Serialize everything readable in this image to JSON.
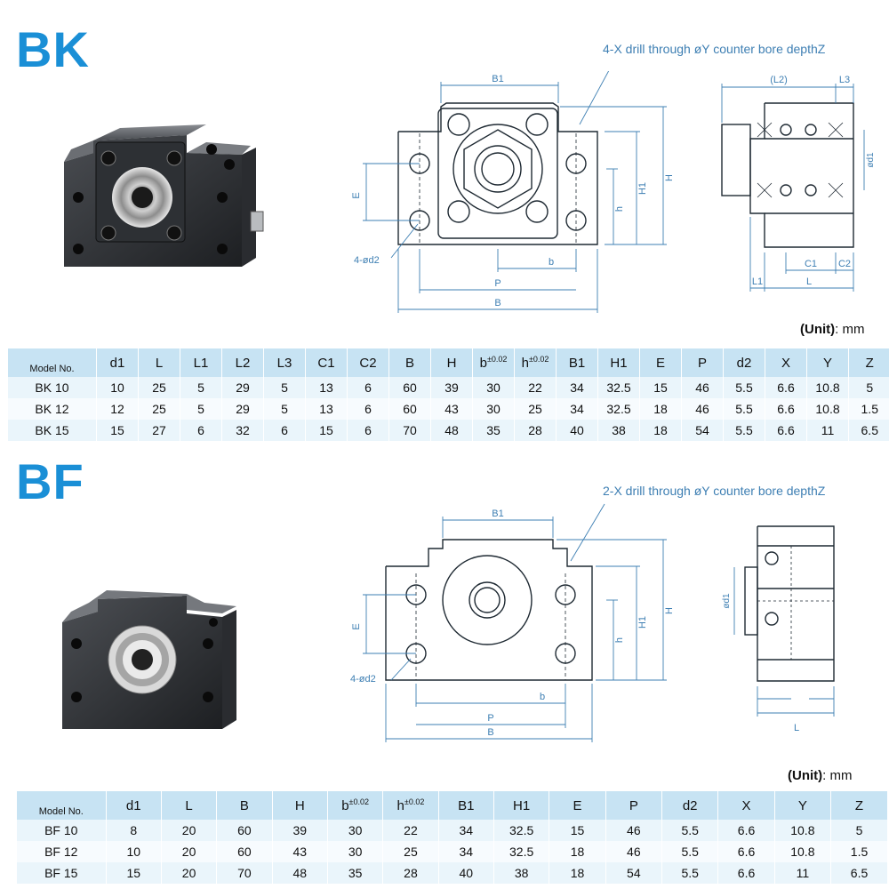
{
  "bk": {
    "title": "BK",
    "title_color": "#1a8fd6",
    "drill_note": "4-X drill through øY counter bore depthZ",
    "unit_label": "(Unit)",
    "unit_value": ": mm",
    "dim_labels": {
      "b1": "B1",
      "e": "E",
      "h": "h",
      "h1": "H1",
      "H": "H",
      "d2": "4-ød2",
      "b": "b",
      "p": "P",
      "B": "B",
      "l2": "(L2)",
      "l3": "L3",
      "d1": "ød1",
      "c1": "C1",
      "c2": "C2",
      "l1": "L1",
      "L": "L"
    },
    "table": {
      "headers": [
        "Model No.",
        "d1",
        "L",
        "L1",
        "L2",
        "L3",
        "C1",
        "C2",
        "B",
        "H",
        "b",
        "h",
        "B1",
        "H1",
        "E",
        "P",
        "d2",
        "X",
        "Y",
        "Z"
      ],
      "tolerance": "±0.02",
      "rows": [
        [
          "BK 10",
          "10",
          "25",
          "5",
          "29",
          "5",
          "13",
          "6",
          "60",
          "39",
          "30",
          "22",
          "34",
          "32.5",
          "15",
          "46",
          "5.5",
          "6.6",
          "10.8",
          "5"
        ],
        [
          "BK 12",
          "12",
          "25",
          "5",
          "29",
          "5",
          "13",
          "6",
          "60",
          "43",
          "30",
          "25",
          "34",
          "32.5",
          "18",
          "46",
          "5.5",
          "6.6",
          "10.8",
          "1.5"
        ],
        [
          "BK 15",
          "15",
          "27",
          "6",
          "32",
          "6",
          "15",
          "6",
          "70",
          "48",
          "35",
          "28",
          "40",
          "38",
          "18",
          "54",
          "5.5",
          "6.6",
          "11",
          "6.5"
        ]
      ]
    }
  },
  "bf": {
    "title": "BF",
    "title_color": "#1a8fd6",
    "drill_note": "2-X drill through øY counter bore depthZ",
    "unit_label": "(Unit)",
    "unit_value": ": mm",
    "dim_labels": {
      "b1": "B1",
      "e": "E",
      "h": "h",
      "h1": "H1",
      "H": "H",
      "d2": "4-ød2",
      "b": "b",
      "p": "P",
      "B": "B",
      "d1": "ød1",
      "L": "L"
    },
    "table": {
      "headers": [
        "Model No.",
        "d1",
        "L",
        "B",
        "H",
        "b",
        "h",
        "B1",
        "H1",
        "E",
        "P",
        "d2",
        "X",
        "Y",
        "Z"
      ],
      "tolerance": "±0.02",
      "rows": [
        [
          "BF  10",
          "8",
          "20",
          "60",
          "39",
          "30",
          "22",
          "34",
          "32.5",
          "15",
          "46",
          "5.5",
          "6.6",
          "10.8",
          "5"
        ],
        [
          "BF  12",
          "10",
          "20",
          "60",
          "43",
          "30",
          "25",
          "34",
          "32.5",
          "18",
          "46",
          "5.5",
          "6.6",
          "10.8",
          "1.5"
        ],
        [
          "BF  15",
          "15",
          "20",
          "70",
          "48",
          "35",
          "28",
          "40",
          "38",
          "18",
          "54",
          "5.5",
          "6.6",
          "11",
          "6.5"
        ]
      ]
    }
  },
  "colors": {
    "accent": "#1a8fd6",
    "drawing_line": "#1f2a33",
    "dim_line": "#3e7fb3",
    "table_header": "#c7e3f3"
  }
}
